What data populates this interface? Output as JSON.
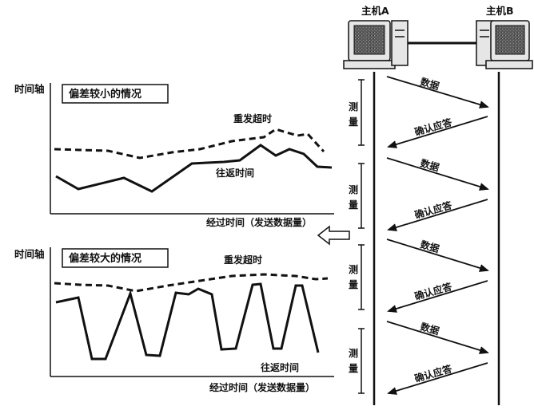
{
  "top_chart": {
    "y_axis_label": "时间轴",
    "title": "偏差较小的情况",
    "timeout_label": "重发超时",
    "rtt_label": "往返时间",
    "x_axis_label": "经过时间（发送数据量）"
  },
  "bottom_chart": {
    "y_axis_label": "时间轴",
    "title": "偏差较大的情况",
    "timeout_label": "重发超时",
    "rtt_label": "往返时间",
    "x_axis_label": "经过时间（发送数据量）"
  },
  "hosts": {
    "a_label": "主机A",
    "b_label": "主机B"
  },
  "sequence": {
    "measure_char_1": "测",
    "measure_char_2": "量",
    "data_label": "数据",
    "ack_label": "确认应答"
  },
  "colors": {
    "line": "#111111",
    "screen": "#4a4a4a"
  }
}
